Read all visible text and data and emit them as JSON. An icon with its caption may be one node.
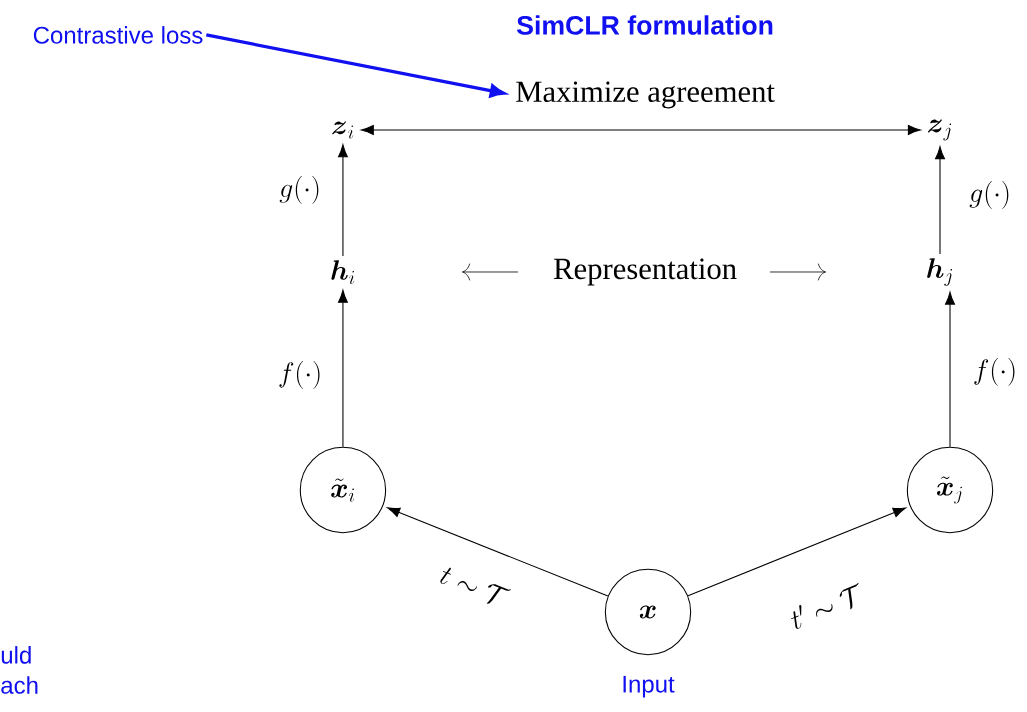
{
  "diagram": {
    "title": "SimCLR formulation",
    "nodes": [
      {
        "text": [
          "Contrastive loss"
        ]
      },
      {
        "text": [
          "Maximize agreement"
        ]
      },
      {
        "text": [
          "\\boldsymbol{z}_i"
        ]
      },
      {
        "text": [
          "\\boldsymbol{z}_j"
        ]
      },
      {
        "text": [
          "\\boldsymbol{h}_i"
        ]
      },
      {
        "text": [
          "\\boldsymbol{h}_j"
        ]
      },
      {
        "text": [
          "\\tilde{\\boldsymbol{x}}_i"
        ]
      },
      {
        "text": [
          "\\tilde{\\boldsymbol{x}}_j"
        ]
      },
      {
        "text": [
          "\\boldsymbol{x}"
        ],
        "beside": [
          "Input"
        ]
      }
    ],
    "edges": [
      {
        "from": 0,
        "to": 1,
        "arrow": "to",
        "style": "thick",
        "color": "#1010f0"
      },
      {
        "from": 2,
        "to": 3,
        "arrow": "both"
      },
      {
        "from": 4,
        "to": 2,
        "arrow": "to",
        "label": "g(\\cdot)"
      },
      {
        "from": 5,
        "to": 3,
        "arrow": "to",
        "label": "g(\\cdot)"
      },
      {
        "from": 6,
        "to": 4,
        "arrow": "to",
        "label": "f(\\cdot)"
      },
      {
        "from": 7,
        "to": 5,
        "arrow": "to",
        "label": "f(\\cdot)"
      },
      {
        "from": 8,
        "to": 6,
        "arrow": "to",
        "label": "t \\sim \\mathcal{T}"
      },
      {
        "from": 8,
        "to": 7,
        "arrow": "to",
        "label": "t' \\sim \\mathcal{T}"
      }
    ],
    "labels": [
      "Representation",
      "uld",
      "ach"
    ]
  }
}
